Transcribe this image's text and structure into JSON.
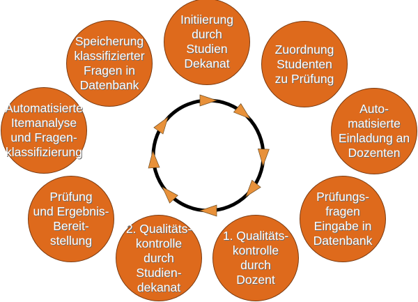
{
  "colors": {
    "node_fill": "#DE6A1C",
    "arrow_fill": "#E8913A",
    "ring": "#000000"
  },
  "cycle_direction": "clockwise",
  "arrow_count": 8,
  "steps": [
    {
      "lines": [
        "Initiierung",
        "durch",
        "Studien",
        "Dekanat"
      ]
    },
    {
      "lines": [
        "Zuordnung",
        "Studenten",
        "zu Prüfung"
      ]
    },
    {
      "lines": [
        "Auto-",
        "matisierte",
        "Einladung an",
        "Dozenten"
      ]
    },
    {
      "lines": [
        "Prüfungs-",
        "fragen",
        "Eingabe in",
        "Datenbank"
      ]
    },
    {
      "lines": [
        "1. Qualitäts-",
        "kontrolle",
        "durch",
        "Dozent"
      ]
    },
    {
      "lines": [
        "2. Qualitäts-",
        "kontrolle",
        "durch",
        "Studien-",
        "dekanat"
      ]
    },
    {
      "lines": [
        "Prüfung",
        "und Ergebnis-",
        "Bereit-",
        "stellung"
      ]
    },
    {
      "lines": [
        "Automatisierte",
        "Itemanalyse",
        "und Fragen-",
        "klassifizierung"
      ]
    },
    {
      "lines": [
        "Speicherung",
        "klassifizierter",
        "Fragen in",
        "Datenbank"
      ]
    }
  ]
}
